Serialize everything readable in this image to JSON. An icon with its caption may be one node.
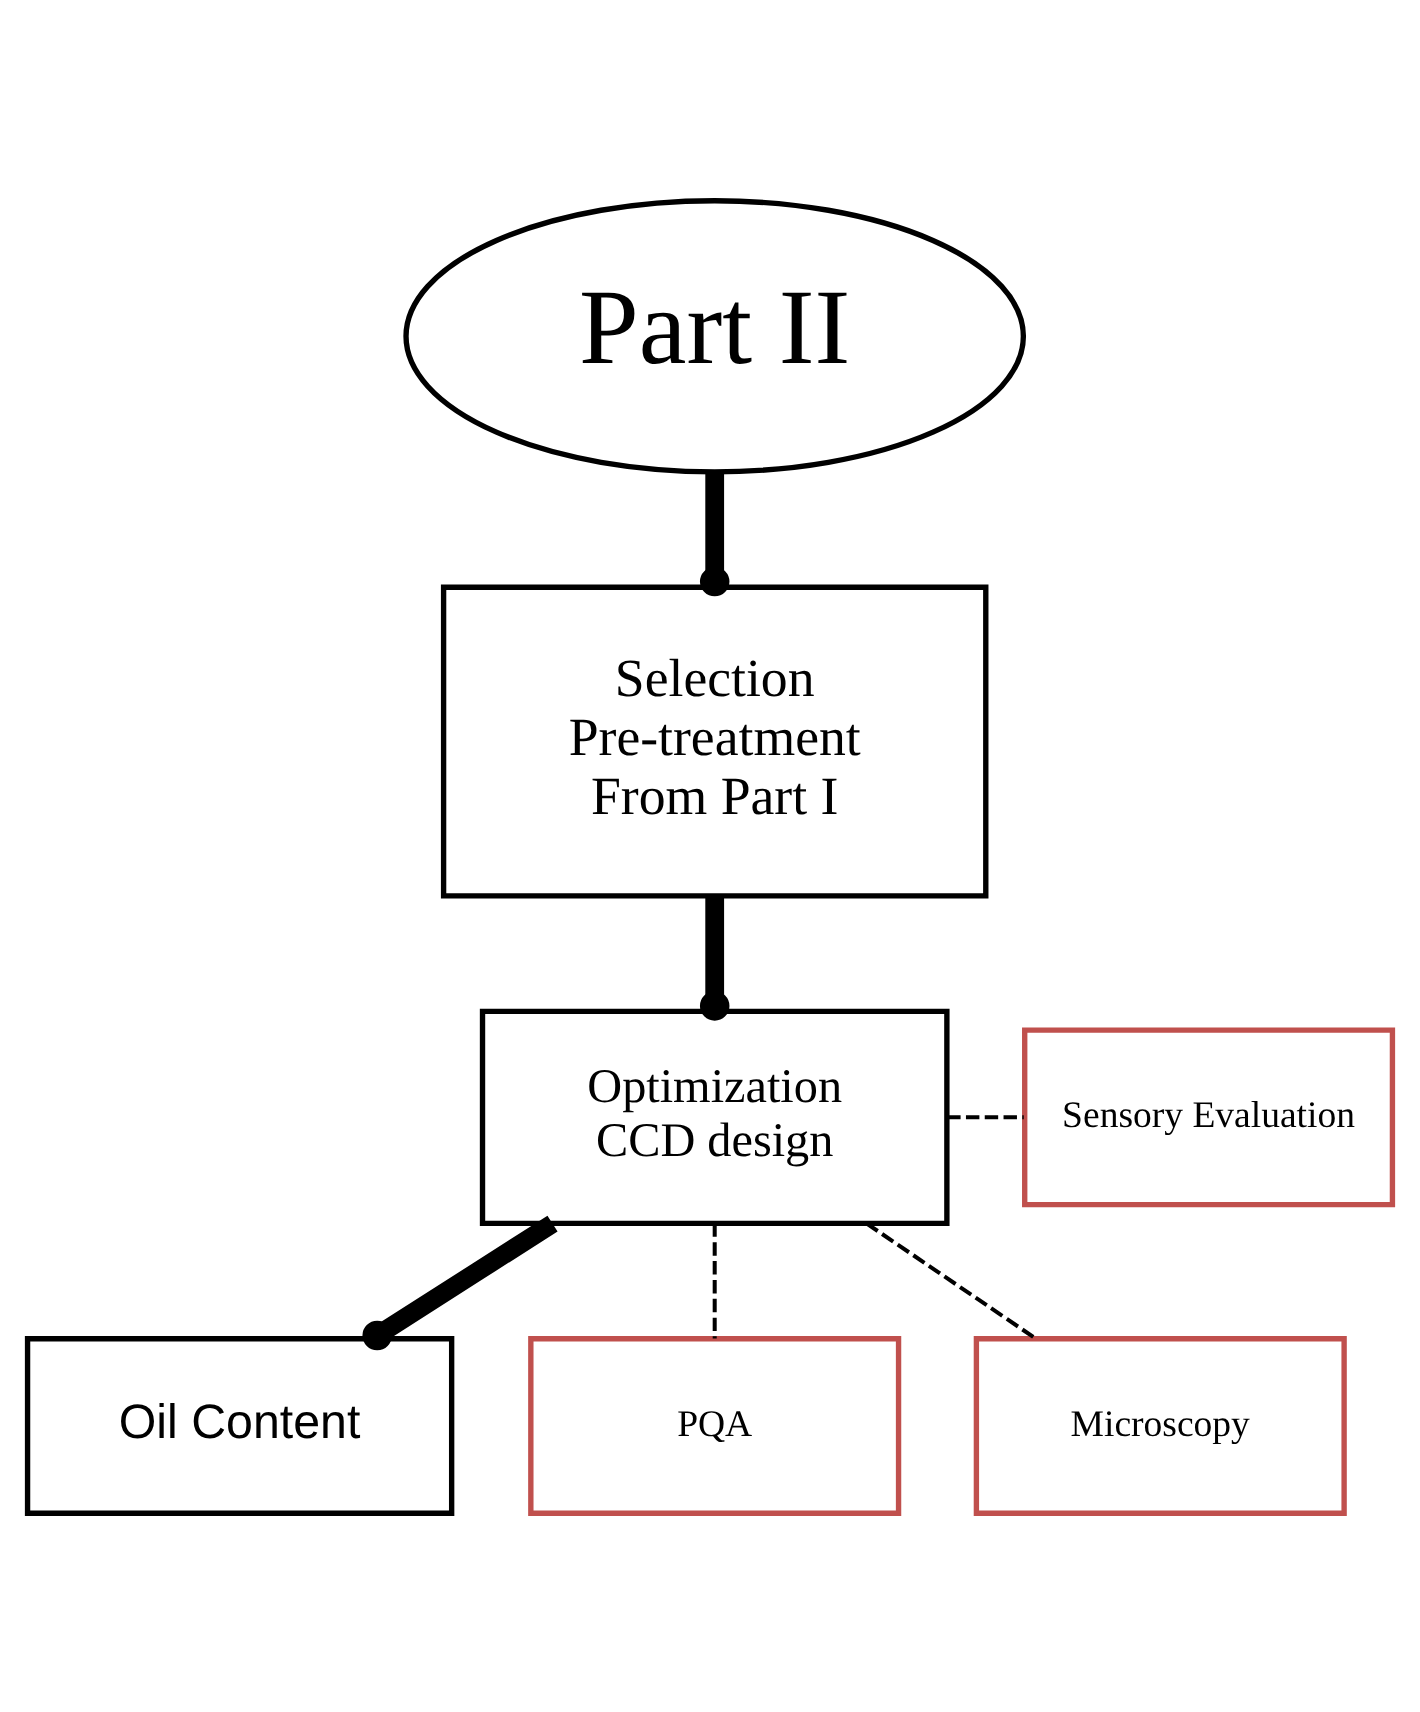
{
  "diagram": {
    "nodes": [
      {
        "text": [
          "Part II"
        ]
      },
      {
        "text": [
          "Selection",
          "Pre-treatment",
          "From Part I"
        ]
      },
      {
        "text": [
          "Optimization",
          "CCD design"
        ]
      },
      {
        "text": [
          "Oil Content"
        ]
      },
      {
        "text": [
          "PQA"
        ]
      },
      {
        "text": [
          "Sensory Evaluation"
        ]
      },
      {
        "text": [
          "Microscopy"
        ]
      }
    ],
    "edges": [
      {
        "from": 0,
        "to": 1,
        "arrow": "other",
        "style": "thick"
      },
      {
        "from": 1,
        "to": 2,
        "arrow": "other",
        "style": "thick"
      },
      {
        "from": 2,
        "to": 3,
        "arrow": "other",
        "style": "thick"
      },
      {
        "from": 2,
        "to": 4,
        "arrow": "none",
        "style": "dashed"
      },
      {
        "from": 2,
        "to": 5,
        "arrow": "none",
        "style": "dashed"
      },
      {
        "from": 2,
        "to": 6,
        "arrow": "none",
        "style": "dashed"
      }
    ]
  }
}
